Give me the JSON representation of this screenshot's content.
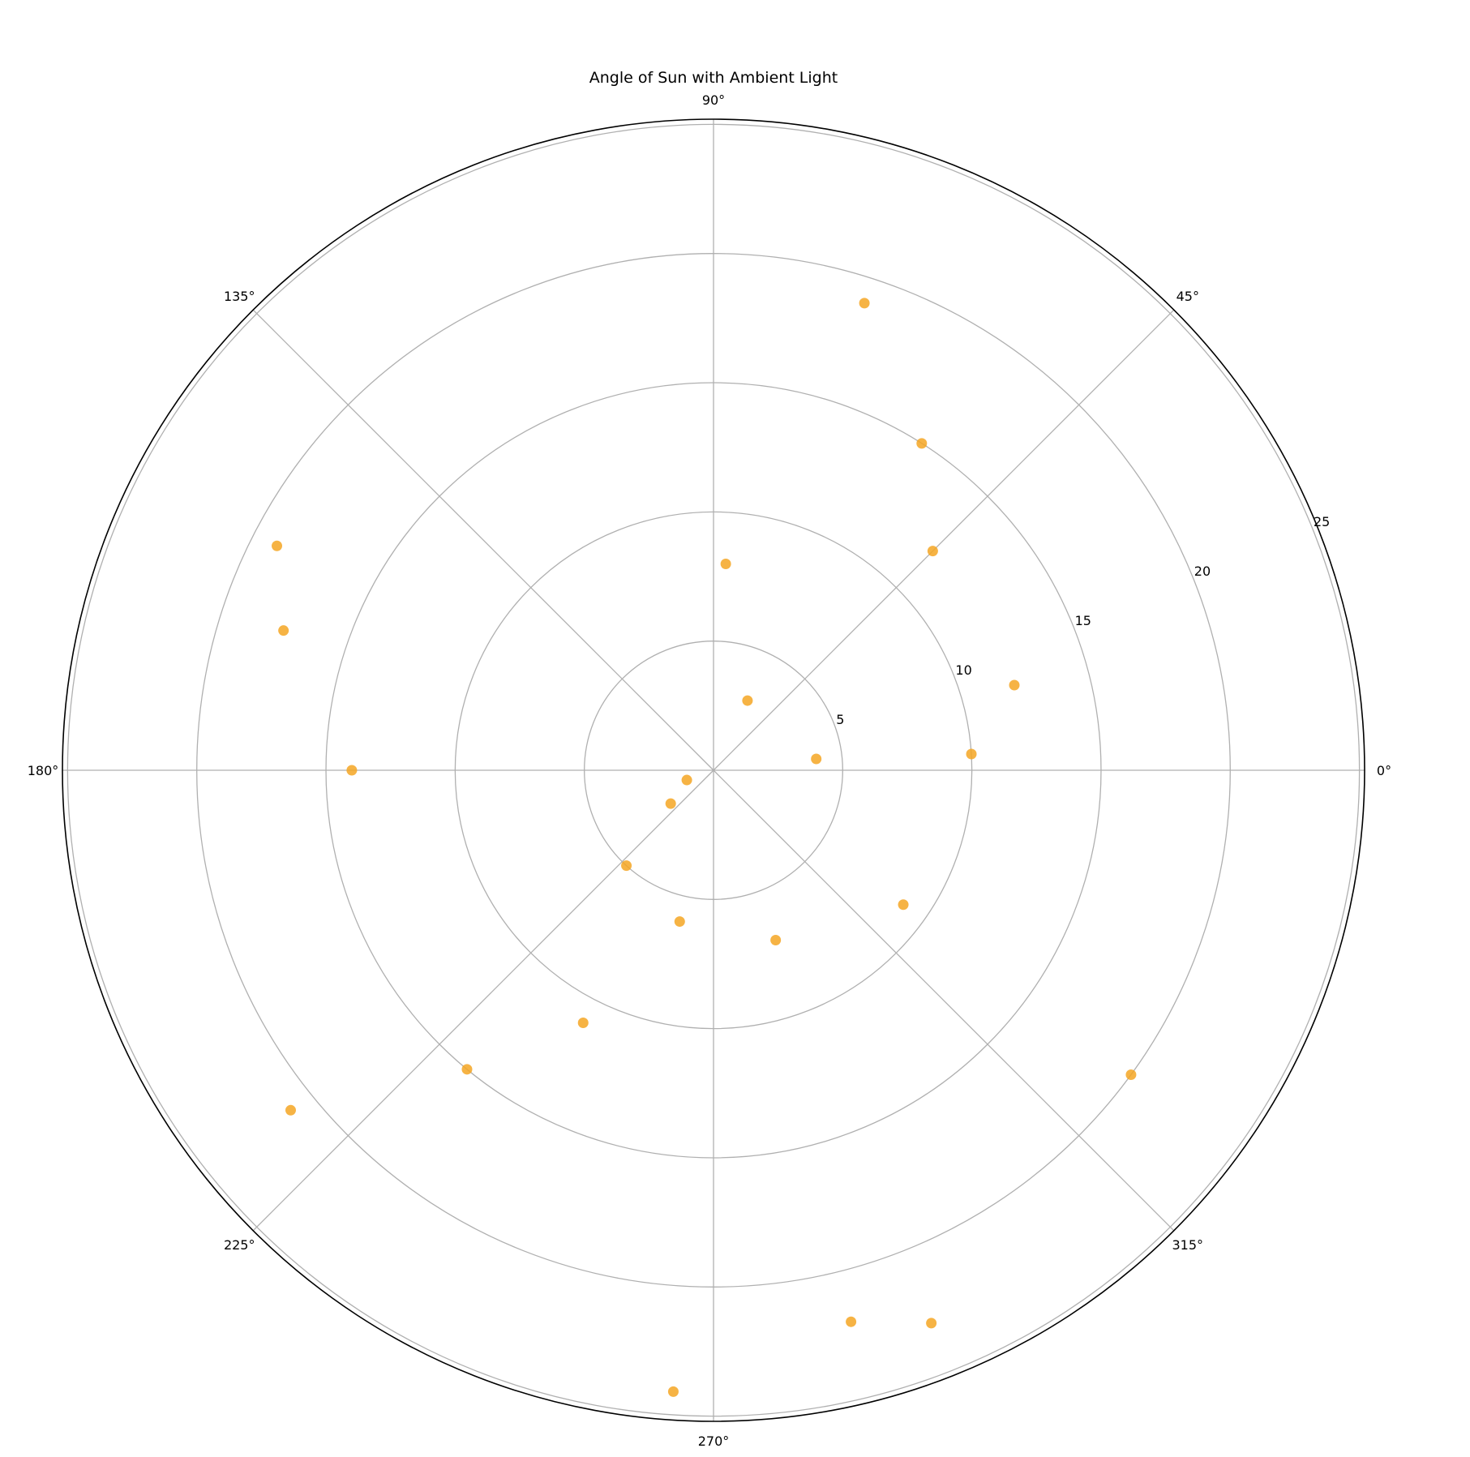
{
  "chart_data": {
    "type": "scatter",
    "projection": "polar",
    "title": "Angle of Sun with Ambient Light",
    "angle_unit": "degrees",
    "angle_ticks": [
      "0°",
      "45°",
      "90°",
      "135°",
      "180°",
      "225°",
      "270°",
      "315°"
    ],
    "angle_tick_values": [
      0,
      45,
      90,
      135,
      180,
      225,
      270,
      315
    ],
    "radial_ticks": [
      "5",
      "10",
      "15",
      "20",
      "25"
    ],
    "radial_tick_values": [
      5,
      10,
      15,
      20,
      25
    ],
    "rlim": [
      0,
      25.2
    ],
    "grid": true,
    "marker_color": "#f5a623",
    "points": [
      {
        "theta": 6.3,
        "r": 4.0
      },
      {
        "theta": 64.0,
        "r": 3.0
      },
      {
        "theta": 3.6,
        "r": 10.0
      },
      {
        "theta": 15.8,
        "r": 12.1
      },
      {
        "theta": 86.6,
        "r": 8.0
      },
      {
        "theta": 45.0,
        "r": 12.0
      },
      {
        "theta": 57.5,
        "r": 15.0
      },
      {
        "theta": 72.1,
        "r": 19.0
      },
      {
        "theta": 200.1,
        "r": 1.1
      },
      {
        "theta": 217.9,
        "r": 2.1
      },
      {
        "theta": 227.6,
        "r": 5.0
      },
      {
        "theta": 257.4,
        "r": 6.0
      },
      {
        "theta": 290.1,
        "r": 7.0
      },
      {
        "theta": 324.7,
        "r": 9.0
      },
      {
        "theta": 180.0,
        "r": 14.0
      },
      {
        "theta": 162.0,
        "r": 17.5
      },
      {
        "theta": 152.8,
        "r": 19.0
      },
      {
        "theta": 242.7,
        "r": 11.0
      },
      {
        "theta": 230.5,
        "r": 15.0
      },
      {
        "theta": 218.8,
        "r": 21.0
      },
      {
        "theta": 323.9,
        "r": 20.0
      },
      {
        "theta": 284.0,
        "r": 22.0
      },
      {
        "theta": 291.5,
        "r": 23.0
      },
      {
        "theta": 266.3,
        "r": 24.1
      }
    ]
  }
}
